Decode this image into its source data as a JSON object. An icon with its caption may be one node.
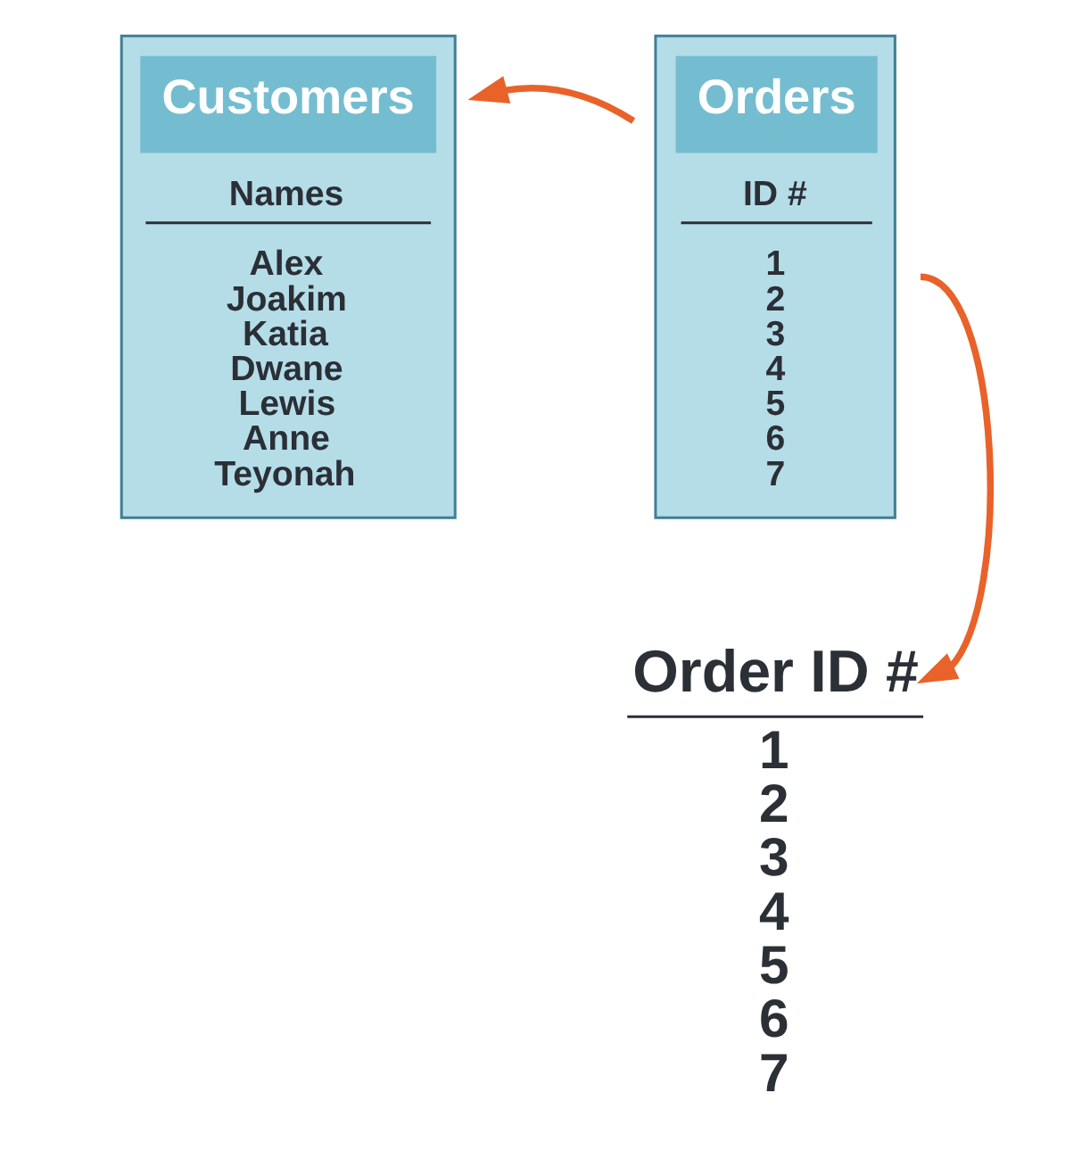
{
  "diagram": {
    "nodes": [
      {
        "text": [
          "Customers",
          "Names",
          "Alex",
          "Joakim",
          "Katia",
          "Dwane",
          "Lewis",
          "Anne",
          "Teyonah"
        ]
      },
      {
        "text": [
          "Orders",
          "ID #",
          "1",
          "2",
          "3",
          "4",
          "5",
          "6",
          "7"
        ]
      },
      {
        "text": [
          "Order ID #",
          "1",
          "2",
          "3",
          "4",
          "5",
          "6",
          "7"
        ]
      }
    ],
    "edges": [
      {
        "from": 1,
        "to": 0,
        "arrow": "to"
      },
      {
        "from": 1,
        "to": 2,
        "arrow": "to"
      }
    ]
  }
}
